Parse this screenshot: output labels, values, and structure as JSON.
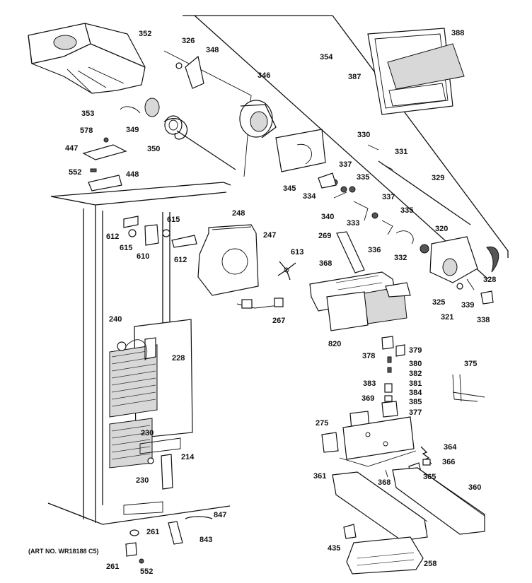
{
  "art_number": "(ART NO. WR18188 C5)",
  "callouts": {
    "c352": "352",
    "c326": "326",
    "c348": "348",
    "c354": "354",
    "c388": "388",
    "c387": "387",
    "c346": "346",
    "c353": "353",
    "c349": "349",
    "c350": "350",
    "c578": "578",
    "c447": "447",
    "c552a": "552",
    "c448": "448",
    "c330": "330",
    "c331": "331",
    "c337a": "337",
    "c335a": "335",
    "c329": "329",
    "c345": "345",
    "c334": "334",
    "c340": "340",
    "c333": "333",
    "c337b": "337",
    "c335b": "335",
    "c320": "320",
    "c336": "336",
    "c332": "332",
    "c328": "328",
    "c325": "325",
    "c321": "321",
    "c339": "339",
    "c338": "338",
    "c612a": "612",
    "c615a": "615",
    "c615b": "615",
    "c610": "610",
    "c612b": "612",
    "c248": "248",
    "c247": "247",
    "c269": "269",
    "c613": "613",
    "c368a": "368",
    "c267": "267",
    "c820": "820",
    "c240": "240",
    "c228": "228",
    "c378": "378",
    "c379": "379",
    "c380": "380",
    "c382": "382",
    "c383": "383",
    "c381": "381",
    "c384": "384",
    "c385": "385",
    "c369": "369",
    "c377": "377",
    "c375": "375",
    "c275": "275",
    "c364": "364",
    "c366": "366",
    "c361": "361",
    "c368b": "368",
    "c365": "365",
    "c360": "360",
    "c230a": "230",
    "c214": "214",
    "c230b": "230",
    "c847": "847",
    "c261a": "261",
    "c843": "843",
    "c261b": "261",
    "c552b": "552",
    "c435": "435",
    "c258": "258"
  }
}
